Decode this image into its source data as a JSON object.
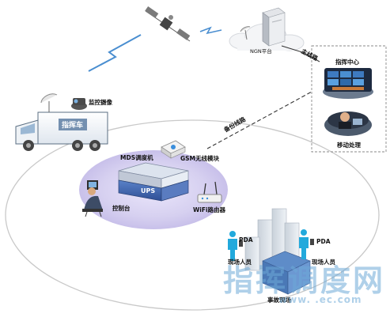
{
  "labels": {
    "ngn_platform": "NGN平台",
    "main_line": "主线路",
    "command_center": "指挥中心",
    "mobile_processing": "移动处理",
    "monitor_camera": "监控摄像",
    "command_vehicle": "指挥车",
    "backup_line": "备份线路",
    "mds_dispatcher": "MDS调度机",
    "gsm_module": "GSM无线模块",
    "ups": "UPS",
    "console": "控制台",
    "wifi_router": "WiFi路由器",
    "pda_left": "PDA",
    "pda_right": "PDA",
    "field_staff_left": "现场人员",
    "field_staff_right": "现场人员",
    "accident_scene": "事故现场"
  },
  "watermark": {
    "text": "指挥调度网",
    "subtext": "www.          .ec.com"
  },
  "colors": {
    "link_blue": "#4a8ed0",
    "vehicle_border": "#5a6e82",
    "ups_blue": "#3f64ad",
    "zone_lilac": "#d8d2ee",
    "person_cyan": "#22a9dc",
    "watermark": "#6eaad7"
  }
}
